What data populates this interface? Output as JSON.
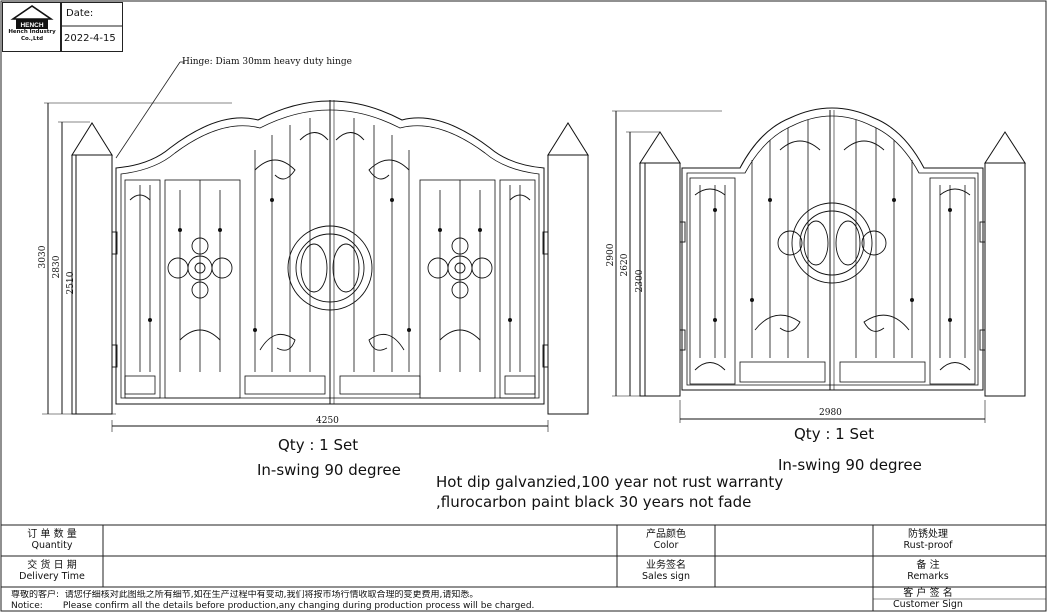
{
  "header": {
    "company_name": "Hench Industry Co.,Ltd",
    "logo_text": "HENCH",
    "date_label": "Date:",
    "date_value": "2022-4-15"
  },
  "annotations": {
    "hinge_note": "Hinge: Diam 30mm heavy duty hinge"
  },
  "gate_left": {
    "dim_total_height": "3030",
    "dim_post_height": "2830",
    "dim_side_height": "2510",
    "dim_width": "4250",
    "qty": "Qty : 1 Set",
    "swing": "In-swing 90 degree"
  },
  "gate_right": {
    "dim_total_height": "2900",
    "dim_post_height": "2620",
    "dim_side_height": "2300",
    "dim_width": "2980",
    "qty": "Qty : 1 Set",
    "swing": "In-swing 90 degree"
  },
  "finish_note": {
    "line1": "Hot dip galvanzied,100 year not rust warranty",
    "line2": ",flurocarbon paint black 30 years not fade"
  },
  "table": {
    "order_qty_cn": "订 单 数 量",
    "order_qty_en": "Quantity",
    "delivery_cn": "交 货 日 期",
    "delivery_en": "Delivery Time",
    "color_cn": "产品颜色",
    "color_en": "Color",
    "sales_cn": "业务签名",
    "sales_en": "Sales sign",
    "rust_cn": "防锈处理",
    "rust_en": "Rust-proof",
    "remarks_cn": "备 注",
    "remarks_en": "Remarks",
    "customer_cn": "客 户 签 名",
    "customer_en": "Customer Sign",
    "notice_cn_label": "尊敬的客户:",
    "notice_cn_text": "请您仔细核对此图纸之所有细节,如在生产过程中有变动,我们将按市场行情收取合理的变更费用,请知悉。",
    "notice_en_label": "Notice:",
    "notice_en_text": "Please confirm all the details before production,any changing during production process will be charged."
  }
}
